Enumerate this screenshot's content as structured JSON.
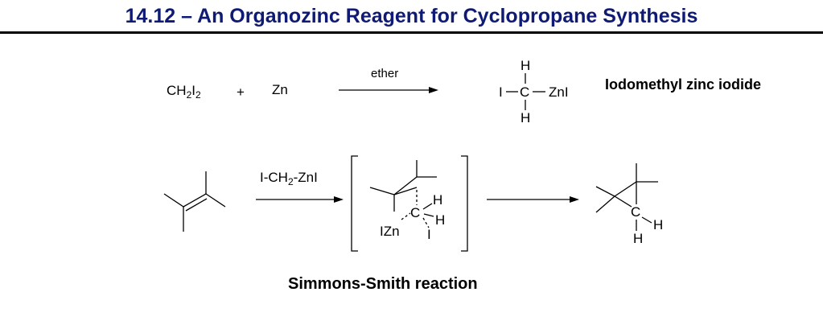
{
  "title": "14.12 – An Organozinc Reagent for Cyclopropane Synthesis",
  "colors": {
    "title_text": "#0e1a73",
    "ink": "#000000"
  },
  "reaction1": {
    "reactant1": {
      "a": "CH",
      "s1": "2",
      "b": "I",
      "s2": "2"
    },
    "plus": "+",
    "reactant2": "Zn",
    "condition": "ether",
    "product": {
      "top_h": "H",
      "left_i": "I",
      "c": "C",
      "right": "ZnI",
      "bottom_h": "H"
    },
    "product_name": "Iodomethyl zinc iodide"
  },
  "reaction2": {
    "reagent": {
      "a": "I-CH",
      "s": "2",
      "b": "-ZnI"
    },
    "ts": {
      "h1": "H",
      "c": "C",
      "h2": "H",
      "izn": "IZn",
      "i": "I"
    },
    "product": {
      "c": "C",
      "h1": "H",
      "h2": "H"
    },
    "caption": "Simmons-Smith reaction"
  }
}
